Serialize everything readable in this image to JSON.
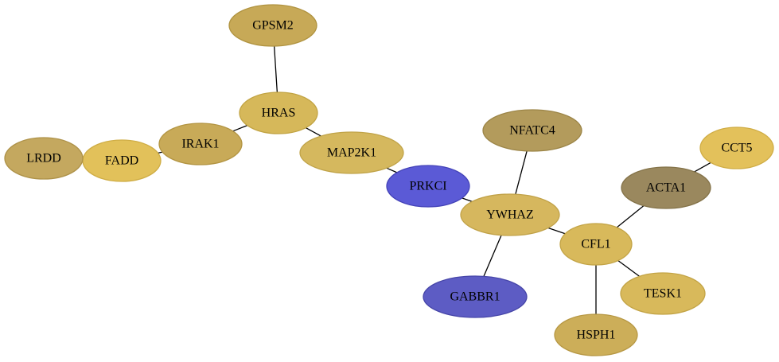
{
  "nodes": [
    {
      "id": "GPSM2",
      "label": "GPSM2",
      "fill": "#c7a957",
      "stroke": "#b09340"
    },
    {
      "id": "HRAS",
      "label": "HRAS",
      "fill": "#d6b85a",
      "stroke": "#c2a444"
    },
    {
      "id": "IRAK1",
      "label": "IRAK1",
      "fill": "#c8aa58",
      "stroke": "#b39543"
    },
    {
      "id": "FADD",
      "label": "FADD",
      "fill": "#e2c15a",
      "stroke": "#cfad45"
    },
    {
      "id": "LRDD",
      "label": "LRDD",
      "fill": "#c4a85f",
      "stroke": "#ae9249"
    },
    {
      "id": "MAP2K1",
      "label": "MAP2K1",
      "fill": "#d5b85e",
      "stroke": "#c0a348"
    },
    {
      "id": "PRKCI",
      "label": "PRKCI",
      "fill": "#5b5ad6",
      "stroke": "#4443b8"
    },
    {
      "id": "NFATC4",
      "label": "NFATC4",
      "fill": "#b39b5c",
      "stroke": "#9c8547"
    },
    {
      "id": "YWHAZ",
      "label": "YWHAZ",
      "fill": "#d6b75e",
      "stroke": "#c1a248"
    },
    {
      "id": "GABBR1",
      "label": "GABBR1",
      "fill": "#5d5cc4",
      "stroke": "#4645a8"
    },
    {
      "id": "CFL1",
      "label": "CFL1",
      "fill": "#d8b95b",
      "stroke": "#c3a446"
    },
    {
      "id": "ACTA1",
      "label": "ACTA1",
      "fill": "#9a885e",
      "stroke": "#847349"
    },
    {
      "id": "CCT5",
      "label": "CCT5",
      "fill": "#e3c15b",
      "stroke": "#d0ad46"
    },
    {
      "id": "TESK1",
      "label": "TESK1",
      "fill": "#d8b95b",
      "stroke": "#c3a446"
    },
    {
      "id": "HSPH1",
      "label": "HSPH1",
      "fill": "#ccae59",
      "stroke": "#b79844"
    }
  ],
  "edges": [
    {
      "source": "GPSM2",
      "target": "HRAS"
    },
    {
      "source": "HRAS",
      "target": "IRAK1"
    },
    {
      "source": "IRAK1",
      "target": "FADD"
    },
    {
      "source": "HRAS",
      "target": "MAP2K1"
    },
    {
      "source": "MAP2K1",
      "target": "PRKCI"
    },
    {
      "source": "PRKCI",
      "target": "YWHAZ"
    },
    {
      "source": "NFATC4",
      "target": "YWHAZ"
    },
    {
      "source": "YWHAZ",
      "target": "GABBR1"
    },
    {
      "source": "YWHAZ",
      "target": "CFL1"
    },
    {
      "source": "CFL1",
      "target": "ACTA1"
    },
    {
      "source": "ACTA1",
      "target": "CCT5"
    },
    {
      "source": "CFL1",
      "target": "TESK1"
    },
    {
      "source": "CFL1",
      "target": "HSPH1"
    }
  ]
}
